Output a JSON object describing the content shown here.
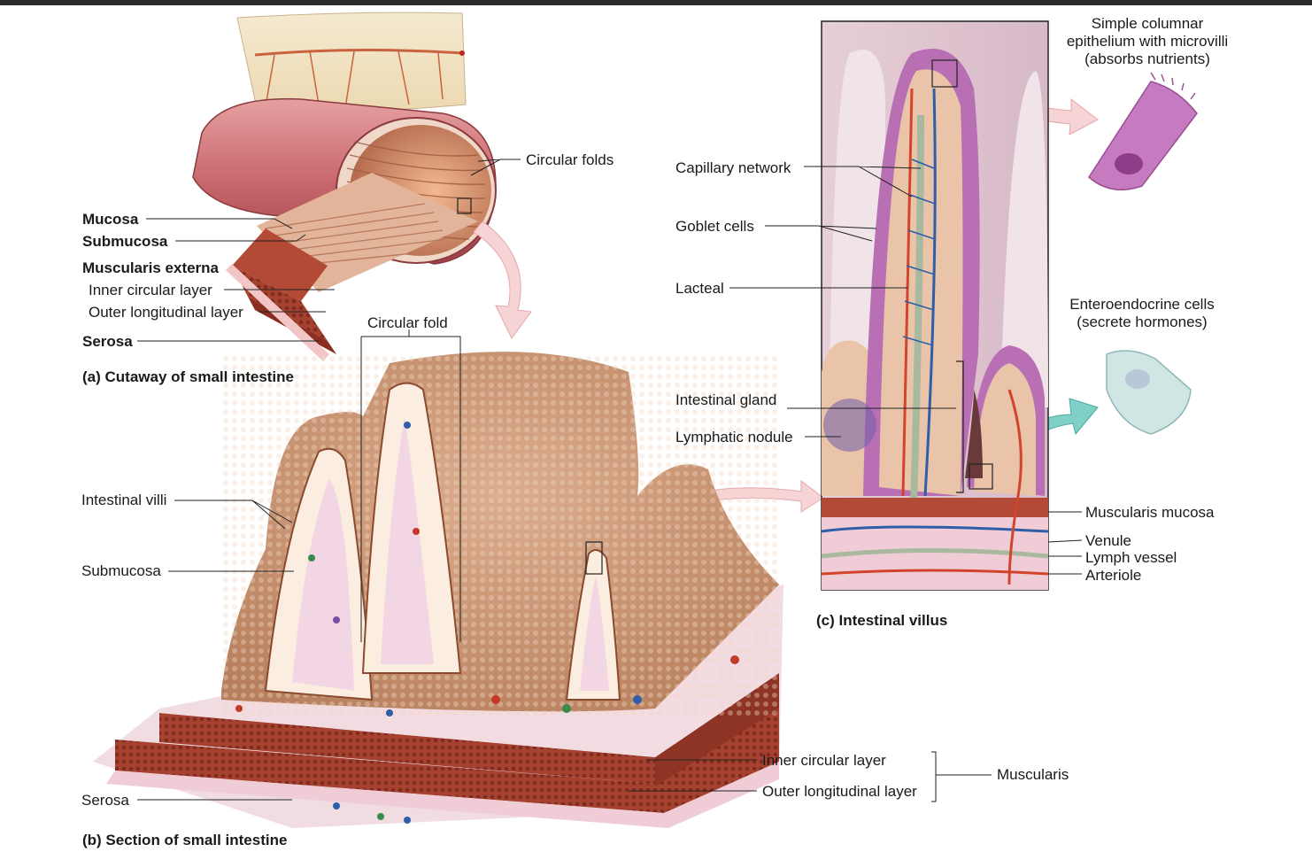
{
  "part_a": {
    "caption": "(a) Cutaway of small intestine",
    "circular_folds": "Circular folds",
    "mucosa": "Mucosa",
    "submucosa": "Submucosa",
    "muscularis_externa": "Muscularis externa",
    "inner_circular": "Inner circular layer",
    "outer_longitudinal": "Outer longitudinal layer",
    "serosa": "Serosa"
  },
  "part_b": {
    "caption": "(b) Section of small intestine",
    "circular_fold": "Circular fold",
    "intestinal_villi": "Intestinal villi",
    "submucosa": "Submucosa",
    "serosa": "Serosa",
    "inner_circular": "Inner circular layer",
    "outer_longitudinal": "Outer longitudinal layer",
    "muscularis": "Muscularis"
  },
  "part_c": {
    "caption": "(c) Intestinal villus",
    "capillary_network": "Capillary network",
    "goblet_cells": "Goblet cells",
    "lacteal": "Lacteal",
    "intestinal_gland": "Intestinal gland",
    "lymphatic_nodule": "Lymphatic nodule",
    "simple_columnar": [
      "Simple columnar",
      "epithelium with microvilli",
      "(absorbs nutrients)"
    ],
    "enteroendocrine": [
      "Enteroendocrine cells",
      "(secrete hormones)"
    ],
    "muscularis_mucosa": "Muscularis mucosa",
    "venule": "Venule",
    "lymph_vessel": "Lymph vessel",
    "arteriole": "Arteriole"
  },
  "colors": {
    "tissue_tan": "#d9a27e",
    "villus_pink": "#e8b7a0",
    "muscle_red": "#9c3b2c",
    "epithelium_purple": "#b86fb4",
    "artery_red": "#d2452c",
    "vein_blue": "#2f5ea8",
    "lymph_green": "#a9b9a0"
  }
}
